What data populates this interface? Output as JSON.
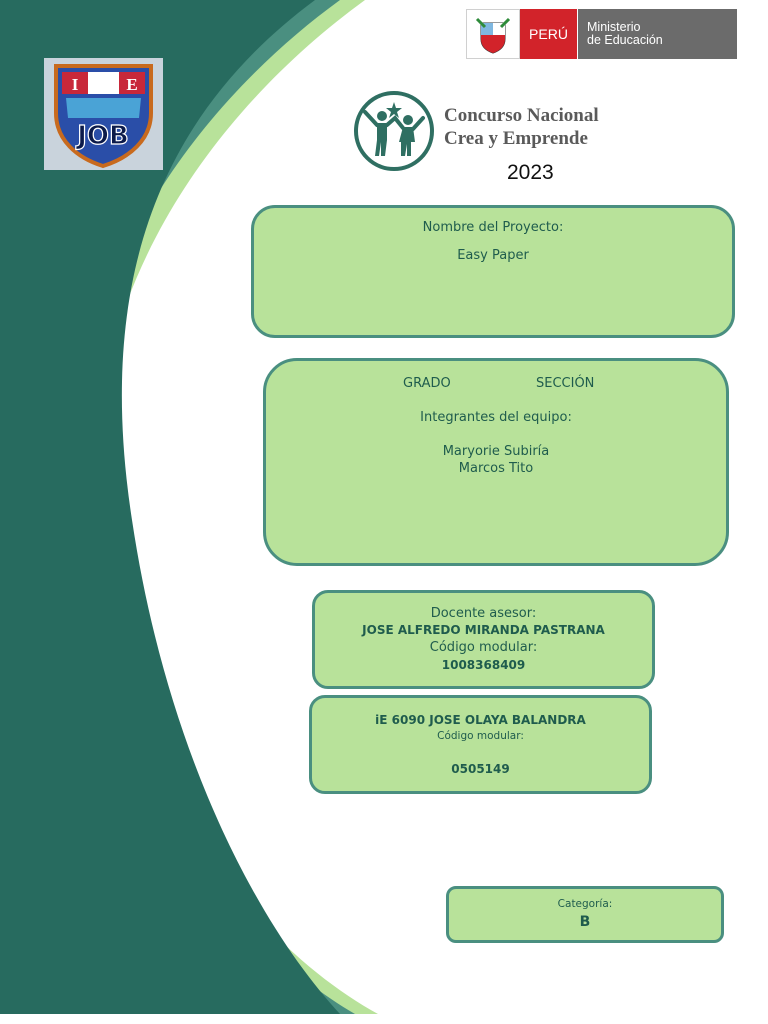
{
  "header": {
    "gov_peru": "PERÚ",
    "ministry_line1": "Ministerio",
    "ministry_line2": "de Educación"
  },
  "contest": {
    "title_line1": "Concurso Nacional",
    "title_line2": "Crea y Emprende",
    "year": "2023"
  },
  "school_logo": {
    "letters": [
      "I",
      "E"
    ],
    "monogram": "JOB"
  },
  "project": {
    "label": "Nombre del Proyecto:",
    "name": "Easy Paper"
  },
  "team": {
    "grado_label": "GRADO",
    "seccion_label": "SECCIÓN",
    "members_label": "Integrantes del equipo:",
    "members": [
      "Maryorie Subiría",
      "Marcos Tito"
    ]
  },
  "advisor": {
    "label": "Docente asesor:",
    "name": "JOSE ALFREDO MIRANDA PASTRANA",
    "code_label": "Código modular:",
    "code": "1008368409"
  },
  "school": {
    "name": "iE 6090 JOSE OLAYA BALANDRA",
    "code_label": "Código modular:",
    "code": "0505149"
  },
  "category": {
    "label": "Categoría:",
    "value": "B"
  },
  "colors": {
    "dark_green": "#276b5f",
    "mid_green": "#4a8f80",
    "light_green": "#b8e29a",
    "peru_red": "#d2232a",
    "ministry_gray": "#6b6b6b"
  }
}
